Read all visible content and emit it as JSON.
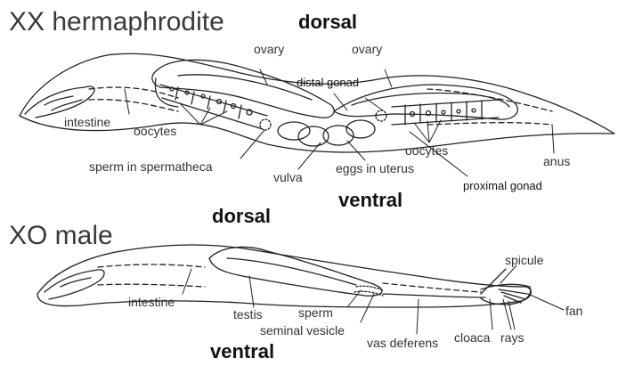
{
  "hermaphrodite": {
    "title": "XX hermaphrodite",
    "dorsal": "dorsal",
    "ventral": "ventral",
    "labels": {
      "ovary_left": "ovary",
      "ovary_right": "ovary",
      "distal_gonad": "distal gonad",
      "intestine": "intestine",
      "oocytes_left": "oocytes",
      "oocytes_right": "oocytes",
      "sperm_in_spermatheca": "sperm in spermatheca",
      "vulva": "vulva",
      "eggs_in_uterus": "eggs in uterus",
      "anus": "anus",
      "proximal_gonad": "proximal gonad"
    }
  },
  "male": {
    "title": "XO male",
    "dorsal": "dorsal",
    "ventral": "ventral",
    "labels": {
      "intestine": "intestine",
      "spicule": "spicule",
      "testis": "testis",
      "sperm": "sperm",
      "seminal_vesicle": "seminal vesicle",
      "vas_deferens": "vas deferens",
      "cloaca": "cloaca",
      "rays": "rays",
      "fan": "fan"
    }
  }
}
